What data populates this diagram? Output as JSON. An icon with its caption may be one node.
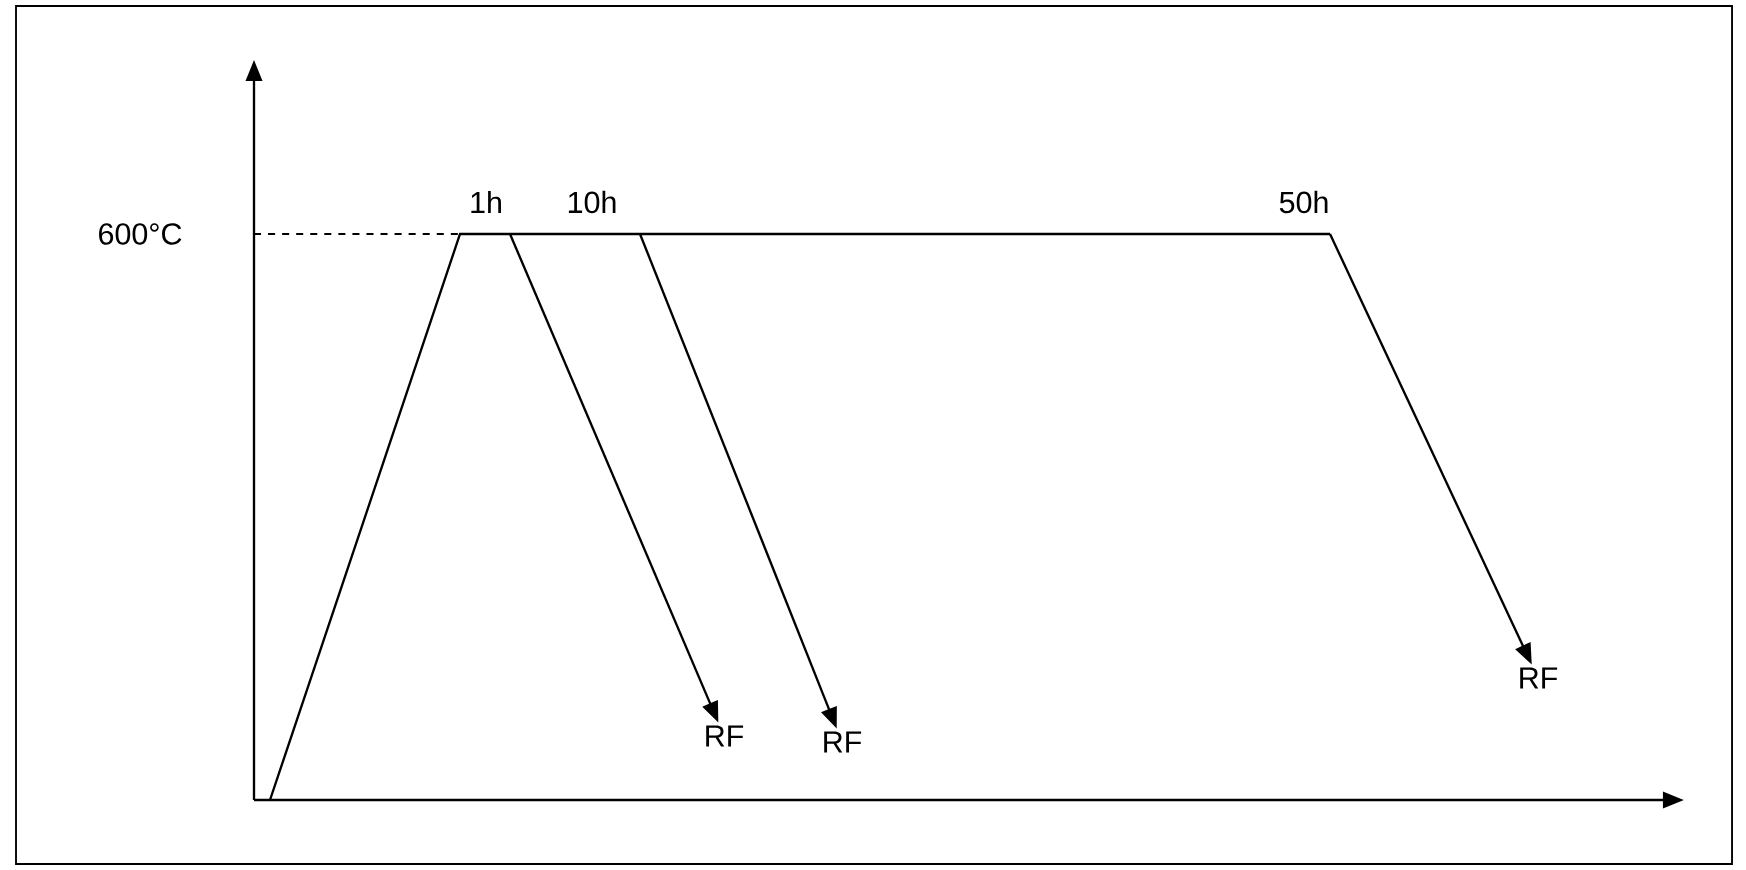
{
  "diagram": {
    "nodes": [
      {
        "text": [
          "RF"
        ]
      },
      {
        "text": [
          "RF"
        ]
      },
      {
        "text": [
          "RF"
        ]
      }
    ],
    "edges": [
      {
        "from": null,
        "to": 0,
        "arrow": "to"
      },
      {
        "from": null,
        "to": 1,
        "arrow": "to"
      },
      {
        "from": null,
        "to": 2,
        "arrow": "to"
      }
    ],
    "labels": [
      "600°C",
      "1h",
      "10h",
      "50h"
    ]
  }
}
